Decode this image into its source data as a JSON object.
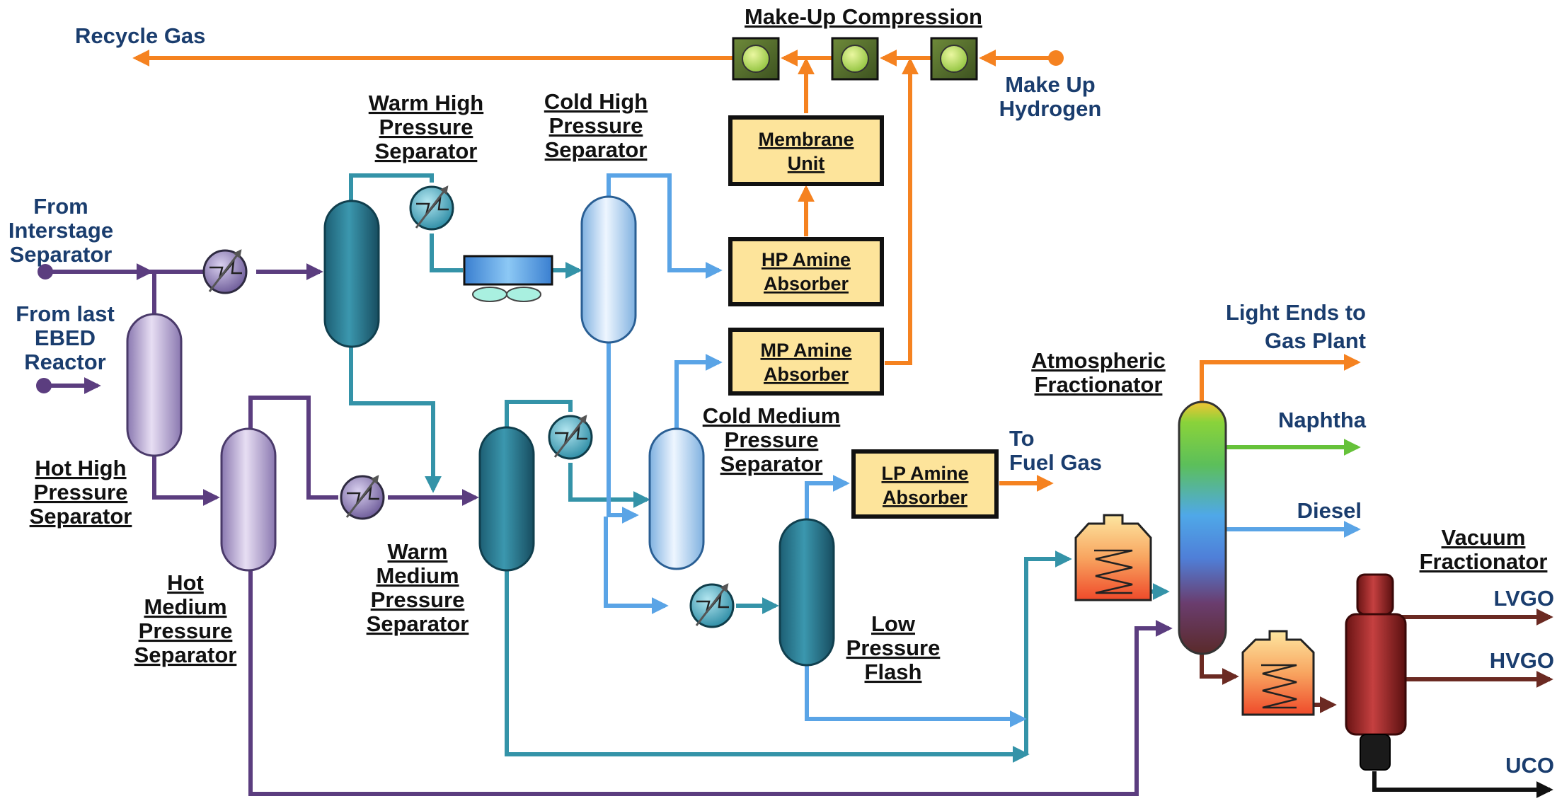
{
  "colors": {
    "recycle_orange": "#f58220",
    "purple_stream": "#5b3d7f",
    "teal_stream": "#3493a8",
    "light_blue_stream": "#5aa4e6",
    "brown_stream": "#6b2a22",
    "black_stream": "#111111",
    "label_blue": "#1a3d6e",
    "box_fill": "#fde49b",
    "naphtha_green": "#66c23a"
  },
  "labels": {
    "recycle_gas": "Recycle Gas",
    "make_up_compression": "Make-Up Compression",
    "make_up_hydrogen_1": "Make Up",
    "make_up_hydrogen_2": "Hydrogen",
    "from_interstage_1": "From",
    "from_interstage_2": "Interstage",
    "from_interstage_3": "Separator",
    "from_last_ebed_1": "From last",
    "from_last_ebed_2": "EBED",
    "from_last_ebed_3": "Reactor",
    "warm_hp_sep_1": "Warm High",
    "warm_hp_sep_2": "Pressure",
    "warm_hp_sep_3": "Separator",
    "cold_hp_sep_1": "Cold High",
    "cold_hp_sep_2": "Pressure",
    "cold_hp_sep_3": "Separator",
    "hot_hp_sep_1": "Hot High",
    "hot_hp_sep_2": "Pressure",
    "hot_hp_sep_3": "Separator",
    "hot_mp_sep_1": "Hot",
    "hot_mp_sep_2": "Medium",
    "hot_mp_sep_3": "Pressure",
    "hot_mp_sep_4": "Separator",
    "warm_mp_sep_1": "Warm",
    "warm_mp_sep_2": "Medium",
    "warm_mp_sep_3": "Pressure",
    "warm_mp_sep_4": "Separator",
    "cold_mp_sep_1": "Cold Medium",
    "cold_mp_sep_2": "Pressure",
    "cold_mp_sep_3": "Separator",
    "low_pressure_flash_1": "Low",
    "low_pressure_flash_2": "Pressure",
    "low_pressure_flash_3": "Flash",
    "atmospheric_fractionator_1": "Atmospheric",
    "atmospheric_fractionator_2": "Fractionator",
    "vacuum_fractionator_1": "Vacuum",
    "vacuum_fractionator_2": "Fractionator",
    "light_ends_1": "Light Ends to",
    "light_ends_2": "Gas Plant",
    "naphtha": "Naphtha",
    "diesel": "Diesel",
    "to_fuel_gas_1": "To",
    "to_fuel_gas_2": "Fuel Gas",
    "lvgo": "LVGO",
    "hvgo": "HVGO",
    "uco": "UCO"
  },
  "boxes": {
    "membrane_1": "Membrane",
    "membrane_2": "Unit",
    "hp_amine_1": "HP Amine",
    "hp_amine_2": "Absorber",
    "mp_amine_1": "MP Amine",
    "mp_amine_2": "Absorber",
    "lp_amine_1": "LP Amine",
    "lp_amine_2": "Absorber"
  }
}
